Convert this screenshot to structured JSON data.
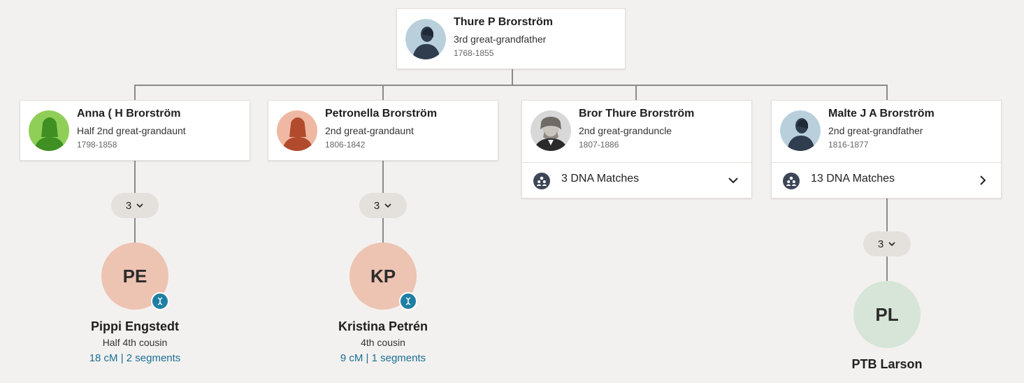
{
  "root": {
    "name": "Thure P Brorström",
    "relationship": "3rd great-grandfather",
    "dates": "1768-1855",
    "avatar_icon": "male-silhouette-icon"
  },
  "children": [
    {
      "name": "Anna ( H Brorström",
      "relationship": "Half 2nd great-grandaunt",
      "dates": "1798-1858",
      "avatar_icon": "female-silhouette-icon",
      "count_pill": "3",
      "match": {
        "initials": "PE",
        "name": "Pippi Engstedt",
        "relationship": "Half 4th cousin",
        "cm_text": "18 cM | 2 segments",
        "circle_color": "#edc3b2",
        "has_dna_badge": true
      }
    },
    {
      "name": "Petronella Brorström",
      "relationship": "2nd great-grandaunt",
      "dates": "1806-1842",
      "avatar_icon": "female-silhouette-icon",
      "count_pill": "3",
      "match": {
        "initials": "KP",
        "name": "Kristina Petrén",
        "relationship": "4th cousin",
        "cm_text": "9 cM | 1 segments",
        "circle_color": "#edc3b2",
        "has_dna_badge": true
      }
    },
    {
      "name": "Bror Thure Brorström",
      "relationship": "2nd great-granduncle",
      "dates": "1807-1886",
      "avatar_icon": "portrait-photo",
      "dna_matches": "3 DNA Matches",
      "dna_chevron": "chevron-down-icon"
    },
    {
      "name": "Malte J A Brorström",
      "relationship": "2nd great-grandfather",
      "dates": "1816-1877",
      "avatar_icon": "male-silhouette-icon",
      "dna_matches": "13 DNA Matches",
      "dna_chevron": "chevron-right-icon",
      "count_pill": "3",
      "match": {
        "initials": "PL",
        "name": "PTB Larson",
        "circle_color": "#d6e5d7",
        "has_dna_badge": false
      }
    }
  ],
  "colors": {
    "background": "#f3f1ef",
    "link": "#1a6f95",
    "dna_badge": "#1e7fa3",
    "connector": "#8a8a8a"
  }
}
